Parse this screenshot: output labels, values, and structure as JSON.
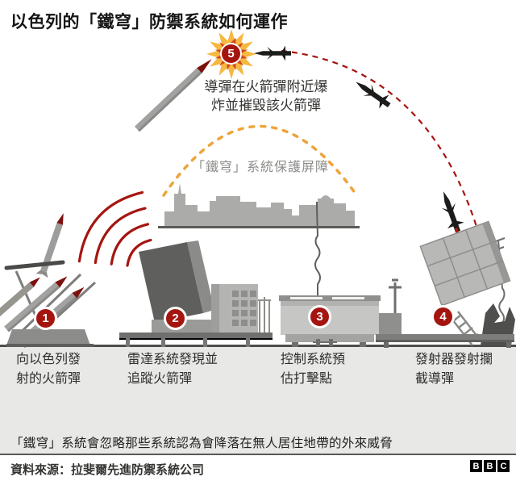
{
  "title": "以色列的「鐵穹」防禦系統如何運作",
  "dome_label": "「鐵穹」系統保護屏障",
  "steps": [
    {
      "num": "1",
      "label": "向以色列發\n射的火箭彈"
    },
    {
      "num": "2",
      "label": "雷達系統發現並\n追蹤火箭彈"
    },
    {
      "num": "3",
      "label": "控制系統預\n估打擊點"
    },
    {
      "num": "4",
      "label": "發射器發射攔\n截導彈"
    },
    {
      "num": "5",
      "label": "導彈在火箭彈附近爆\n炸並摧毀該火箭彈"
    }
  ],
  "footnote": "「鐵穹」系統會忽略那些系統認為會降落在無人居住地帶的外來威脅",
  "source_label": "資料來源：拉斐爾先進防禦系統公司",
  "brand": {
    "letters": [
      "B",
      "B",
      "C"
    ]
  },
  "colors": {
    "accent_red": "#a5150f",
    "dome_yellow": "#eda43b",
    "starburst_yellow": "#f6b83e",
    "starburst_orange": "#d2491f",
    "city_gray": "#ababa9",
    "band_gray": "#e8e8e6"
  }
}
